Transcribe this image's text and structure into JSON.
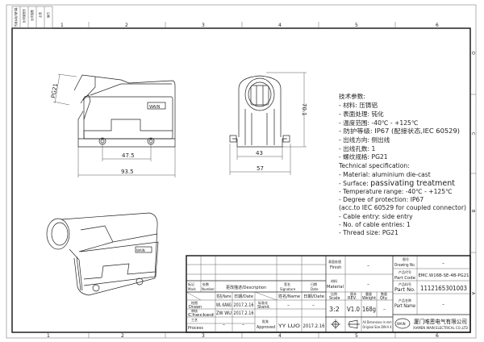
{
  "sheet": {
    "zone_columns": [
      "1",
      "2",
      "3",
      "4",
      "5",
      "6"
    ],
    "zone_rows": [
      "D",
      "C",
      "B",
      "A"
    ],
    "corner_labels": [
      "借(通)用件登记",
      "旧底图总号",
      "底图总号",
      "签字",
      "日期"
    ]
  },
  "front_view": {
    "logo_text": "WAIN",
    "dim_thread": "PG21",
    "dim_hole_spacing": "47.5",
    "dim_length": "93.5"
  },
  "side_view": {
    "dim_height": "70.1",
    "dim_inner_width": "43",
    "dim_width": "57"
  },
  "iso_view": {
    "logo_text": "WAIN"
  },
  "spec": {
    "cn_title": "技术参数:",
    "cn_lines": [
      "- 材料: 压铸铝",
      "- 表面处理: 钝化",
      "- 温度范围: -40℃  -  +125℃",
      "- 防护等级: IP67 (配接状态,IEC 60529)",
      "- 出线方向: 侧出线",
      "- 出线孔数: 1",
      "- 螺纹规格: PG21"
    ],
    "en_title": "Technical specification:",
    "en_material": "- Material: aluminium die-cast",
    "en_surface_label": "- Surface: ",
    "en_surface_value": "passivating treatment",
    "en_lines": [
      "- Temperature range: -40℃  -  +125℃",
      "- Degree of protection: IP67",
      "  (acc.to IEC 60529 for coupled connector)",
      "- Cable entry: side entry",
      "- No. of cable entries: 1",
      "- Thread size: PG21"
    ]
  },
  "title_block": {
    "rev_headers": {
      "mark_cn": "标记",
      "mark": "Mark",
      "number_cn": "处数",
      "number": "Number",
      "description": "更改描述/Description",
      "signature_cn": "签名",
      "signature": "Signature",
      "date_cn": "日期",
      "date": "Date"
    },
    "name_date_header": {
      "name": "姓名/Name",
      "date": "日期/Date",
      "name2": "姓名/Name",
      "date2": "日期/Date"
    },
    "drawn": {
      "label_cn": "绘图",
      "label": "Drawn",
      "name": "WL  KANG",
      "date": "2017.2.16"
    },
    "checked": {
      "label_cn": "审核",
      "label": "Checked",
      "name": "ZW    WU",
      "date": "2017.2.16"
    },
    "process": {
      "label_cn": "工艺",
      "label": "Process",
      "name": "–",
      "date": "–"
    },
    "standard": {
      "label_cn": "标准化",
      "label": "Stand.",
      "name": "–",
      "date": "–"
    },
    "approved": {
      "label_cn": "批准",
      "label": "Approved",
      "name": "YY    LUO",
      "date": "2017.2.16"
    },
    "finish": {
      "label_cn": "表面处理",
      "label": "Finish",
      "value": "–"
    },
    "material": {
      "label_cn": "材料",
      "label": "Material",
      "value": "–"
    },
    "scale": {
      "label_cn": "比例",
      "label": "Scale",
      "value": "3:2"
    },
    "rev": {
      "label_cn": "版本",
      "label": "REV.",
      "value": "V1.0"
    },
    "weight": {
      "label_cn": "重量",
      "label": "Weight",
      "value": "168g"
    },
    "qty": {
      "label_cn": "数量",
      "label": "Qty.",
      "value": "–"
    },
    "drawing_no": {
      "label_cn": "图号",
      "label": "Drawing No.",
      "value": "–"
    },
    "part_code": {
      "label_cn": "产品代号",
      "label": "Part Code",
      "value": "EMC.W16B-SE-4B-PG21"
    },
    "part_no": {
      "label_cn": "产品料号",
      "label": "Part No.",
      "value": "1112165301003"
    },
    "part_name": {
      "label_cn": "产品名称",
      "label": "Part Name",
      "value": "–"
    },
    "dimensions_note_1": "All Dimensions in mm",
    "dimensions_note_2": "Original Size DIN A 4",
    "company_cn": "厦门唯恩电气有限公司",
    "company_en": "XIAMEN WAIN ELECTRICAL CO.,LTD",
    "company_logo": "WAIN"
  }
}
